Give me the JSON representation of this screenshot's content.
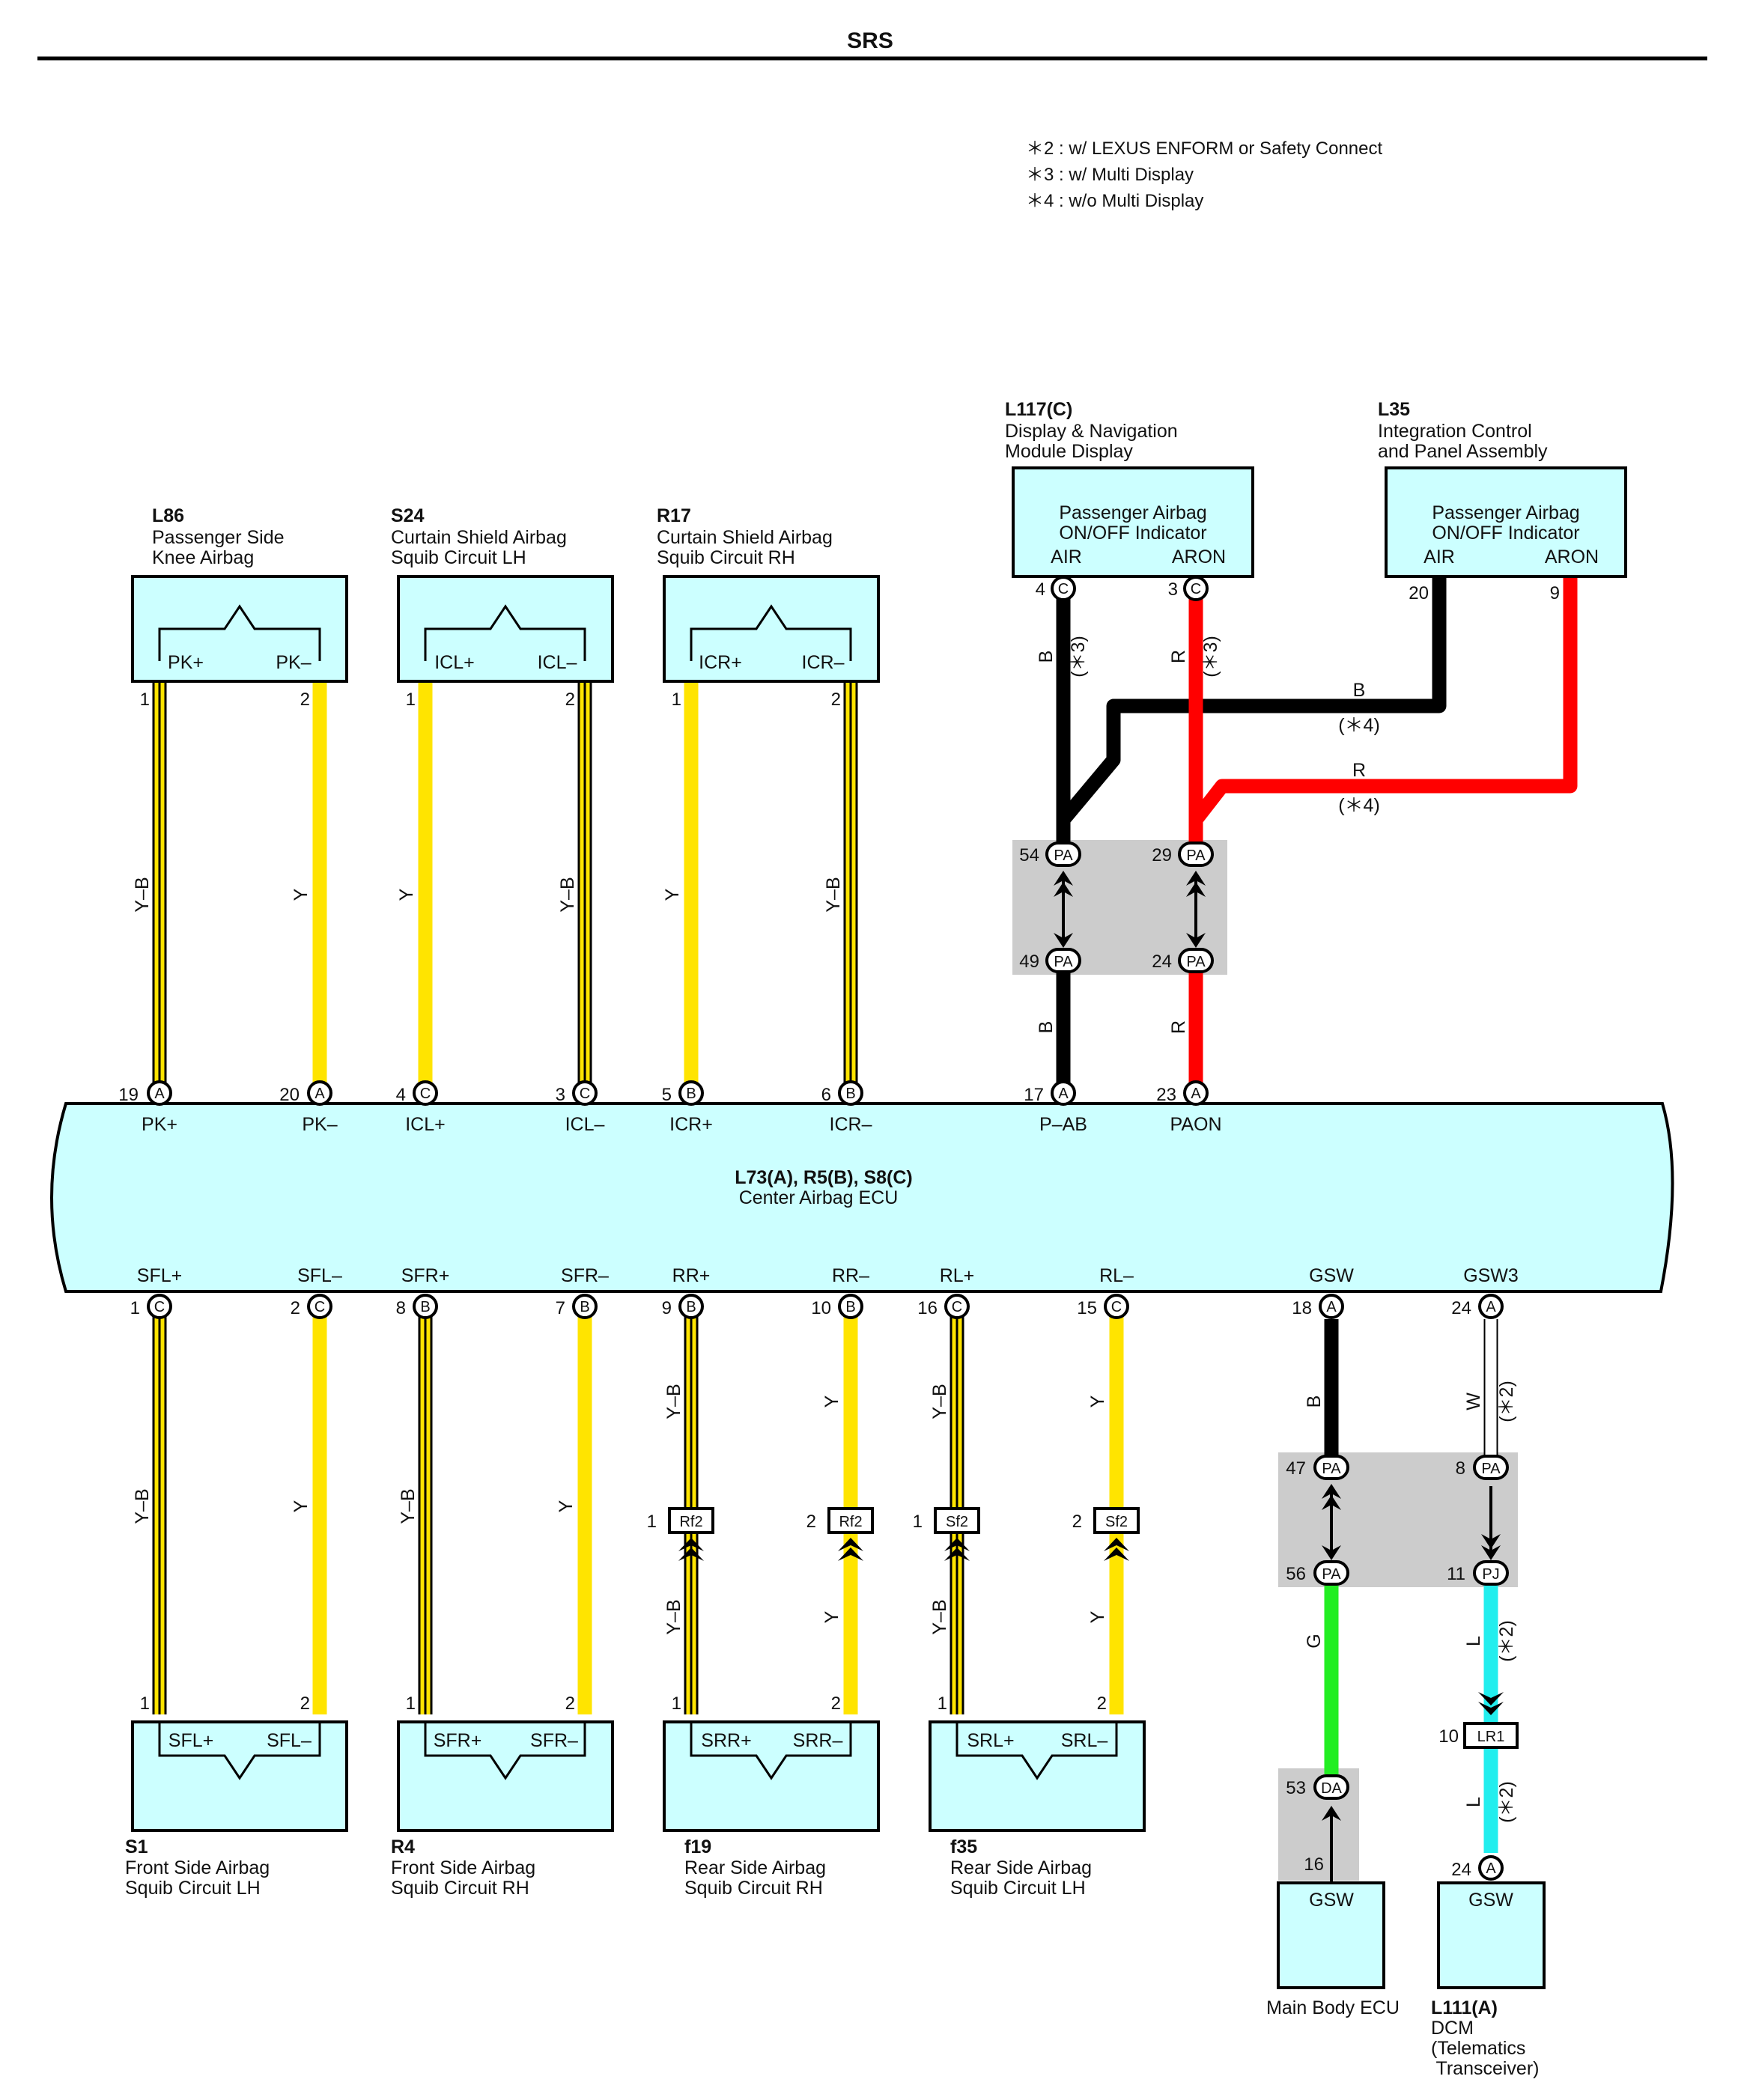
{
  "title": "SRS",
  "notes": [
    "＊2 : w/ LEXUS ENFORM or Safety Connect",
    "＊3 : w/ Multi Display",
    "＊4 : w/o Multi Display"
  ],
  "ecu": {
    "code": "L73(A), R5(B), S8(C)",
    "name": "Center Airbag ECU"
  },
  "top_components": [
    {
      "code": "L86",
      "name1": "Passenger Side",
      "name2": "Knee Airbag",
      "pins": [
        "PK+",
        "PK–"
      ]
    },
    {
      "code": "S24",
      "name1": "Curtain Shield Airbag",
      "name2": "Squib Circuit LH",
      "pins": [
        "ICL+",
        "ICL–"
      ]
    },
    {
      "code": "R17",
      "name1": "Curtain Shield Airbag",
      "name2": "Squib Circuit RH",
      "pins": [
        "ICR+",
        "ICR–"
      ]
    }
  ],
  "displays": [
    {
      "code": "L117(C)",
      "name1": "Display & Navigation",
      "name2": "Module Display",
      "inner1": "Passenger Airbag",
      "inner2": "ON/OFF Indicator",
      "t1": "AIR",
      "t2": "ARON"
    },
    {
      "code": "L35",
      "name1": "Integration Control",
      "name2": "and Panel Assembly",
      "inner1": "Passenger Airbag",
      "inner2": "ON/OFF Indicator",
      "t1": "AIR",
      "t2": "ARON"
    }
  ],
  "ecu_top_terminals": [
    {
      "pin": "19",
      "conn": "A",
      "name": "PK+"
    },
    {
      "pin": "20",
      "conn": "A",
      "name": "PK–"
    },
    {
      "pin": "4",
      "conn": "C",
      "name": "ICL+"
    },
    {
      "pin": "3",
      "conn": "C",
      "name": "ICL–"
    },
    {
      "pin": "5",
      "conn": "B",
      "name": "ICR+"
    },
    {
      "pin": "6",
      "conn": "B",
      "name": "ICR–"
    },
    {
      "pin": "17",
      "conn": "A",
      "name": "P–AB"
    },
    {
      "pin": "23",
      "conn": "A",
      "name": "PAON"
    }
  ],
  "ecu_bottom_terminals": [
    {
      "pin": "1",
      "conn": "C",
      "name": "SFL+"
    },
    {
      "pin": "2",
      "conn": "C",
      "name": "SFL–"
    },
    {
      "pin": "8",
      "conn": "B",
      "name": "SFR+"
    },
    {
      "pin": "7",
      "conn": "B",
      "name": "SFR–"
    },
    {
      "pin": "9",
      "conn": "B",
      "name": "RR+"
    },
    {
      "pin": "10",
      "conn": "B",
      "name": "RR–"
    },
    {
      "pin": "16",
      "conn": "C",
      "name": "RL+"
    },
    {
      "pin": "15",
      "conn": "C",
      "name": "RL–"
    },
    {
      "pin": "18",
      "conn": "A",
      "name": "GSW"
    },
    {
      "pin": "24",
      "conn": "A",
      "name": "GSW3"
    }
  ],
  "bottom_components": [
    {
      "code": "S1",
      "name1": "Front Side Airbag",
      "name2": "Squib Circuit LH",
      "pins": [
        "SFL+",
        "SFL–"
      ]
    },
    {
      "code": "R4",
      "name1": "Front Side Airbag",
      "name2": "Squib Circuit RH",
      "pins": [
        "SFR+",
        "SFR–"
      ]
    },
    {
      "code": "f19",
      "name1": "Rear Side Airbag",
      "name2": "Squib Circuit RH",
      "pins": [
        "SRR+",
        "SRR–"
      ]
    },
    {
      "code": "f35",
      "name1": "Rear Side Airbag",
      "name2": "Squib Circuit LH",
      "pins": [
        "SRL+",
        "SRL–"
      ]
    }
  ],
  "gsw_components": [
    {
      "code": "",
      "label": "GSW",
      "name1": "Main Body ECU",
      "name2": "",
      "name3": ""
    },
    {
      "code": "L111(A)",
      "label": "GSW",
      "name1": "DCM",
      "name2": "(Telematics",
      "name3": " Transceiver)"
    }
  ],
  "colors": {
    "Y": "#ffe400",
    "B": "#000000",
    "R": "#ff0000",
    "G": "#22ee22",
    "L": "#22eeee",
    "W": "#ffffff",
    "box": "#ccffff",
    "junction": "#cccccc"
  }
}
